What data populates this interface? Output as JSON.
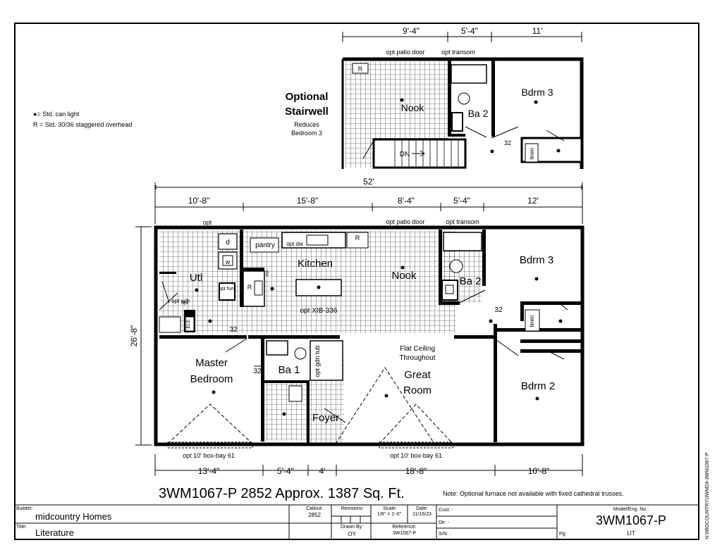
{
  "legend": {
    "can_light": "●= Std. can light",
    "overhead": "R = Std. 30/36 staggered overhead"
  },
  "optional_stairwell": {
    "title_line1": "Optional",
    "title_line2": "Stairwell",
    "note_line1": "Reduces",
    "note_line2": "Bedroom 3"
  },
  "upper_plan": {
    "dims": [
      "9'-4\"",
      "5'-4\"",
      "11'"
    ],
    "opt_patio_door": "opt patio door",
    "opt_transom": "opt transom",
    "nook": "Nook",
    "ba2": "Ba 2",
    "bdrm3": "Bdrm 3",
    "r": "R",
    "dn": "DN",
    "door32": "32",
    "linen": "linen"
  },
  "main_plan": {
    "overall_width": "52'",
    "top_dims": [
      "10'-8\"",
      "15'-8\"",
      "8'-4\"",
      "5'-4\"",
      "12'"
    ],
    "bottom_dims": [
      "13'-4\"",
      "5'-4\"",
      "4'",
      "18'-8\"",
      "10'-8\""
    ],
    "depth": "26'-8\"",
    "opt": "opt",
    "opt_patio_door": "opt patio door",
    "opt_transom": "opt transom",
    "pantry": "pantry",
    "opt_dw": "opt dw",
    "r": "R",
    "d": "d",
    "w": "w",
    "utl": "Utl",
    "kitchen": "Kitchen",
    "nook": "Nook",
    "ba2": "Ba 2",
    "bdrm3": "Bdrm 3",
    "bdrm2": "Bdrm 2",
    "opt_furn": "opt furn",
    "opt_wh": "opt w/h",
    "opt_xib": "opt XIB-336",
    "dw": "dw",
    "ele": "ELE",
    "door32a": "32",
    "door32b": "32",
    "door32c": "32",
    "master_line1": "Master",
    "master_line2": "Bedroom",
    "ba1": "Ba 1",
    "opt_gdn_tub": "opt gdn tub",
    "foyer": "Foyer",
    "flat_ceiling_1": "Flat Ceiling",
    "flat_ceiling_2": "Throughout",
    "great_1": "Great",
    "great_2": "Room",
    "bay_left": "opt 10' box-bay 61",
    "bay_right": "opt 10' box-bay 61",
    "linen": "linen"
  },
  "caption": {
    "title": "3WM1067-P 2852  Approx. 1387 Sq. Ft.",
    "note": "Note:  Optional furnace not available with fixed cathedral trusses."
  },
  "title_block": {
    "builder_label": "Builder:",
    "builder": "midcountry Homes",
    "title_label": "Title:",
    "title": "Literature",
    "callout_label": "Callout:",
    "callout": "2852",
    "revisions_label": "Revisions",
    "scale_label": "Scale:",
    "scale": "1/8\" = 1'-0\"",
    "date_label": "Date:",
    "date": "11/16/23",
    "drawn_by_label": "Drawn By:",
    "drawn_by": "OY",
    "reference_label": "Reference:",
    "reference": "3W1067-P",
    "cust_label": "Cust: -",
    "dlr_label": "Dlr: -",
    "sn_label": "S/N: .",
    "pg_label": "Pg:",
    "model_label": "Model/Eng. No.:",
    "model": "3WM1067-P",
    "lit": "LIT"
  },
  "side_path": "N:\\MIDCOUNTRY\\3WM24-3WM1067-P"
}
